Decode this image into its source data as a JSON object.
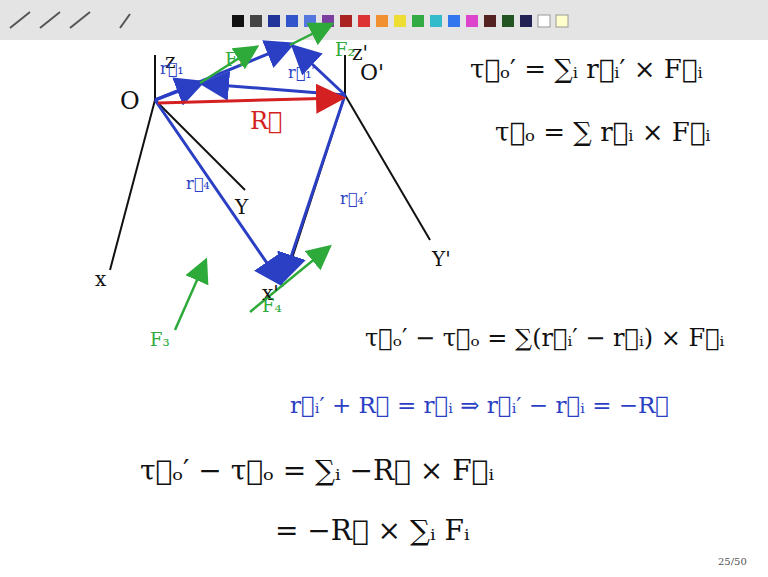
{
  "diagram": {
    "labels": [
      "z",
      "O",
      "x",
      "Y",
      "z'",
      "O'",
      "Y'",
      "x'",
      "r⃗₁",
      "r⃗₁′",
      "R⃗",
      "r⃗₄",
      "r⃗₄′",
      "F₁",
      "F₂",
      "F₃",
      "F₄",
      "τ⃗ₒ′ = ∑ᵢ r⃗ᵢ′ × F⃗ᵢ",
      "τ⃗ₒ = ∑ r⃗ᵢ × F⃗ᵢ",
      "τ⃗ₒ′ − τ⃗ₒ = ∑(r⃗ᵢ′ − r⃗ᵢ) × F⃗ᵢ",
      "r⃗ᵢ′ + R⃗ = r⃗ᵢ ⇒ r⃗ᵢ′ − r⃗ᵢ = −R⃗",
      "τ⃗ₒ′ − τ⃗ₒ = ∑ᵢ −R⃗ × F⃗ᵢ",
      "= −R⃗ × ∑ᵢ Fᵢ",
      "25/50"
    ]
  }
}
